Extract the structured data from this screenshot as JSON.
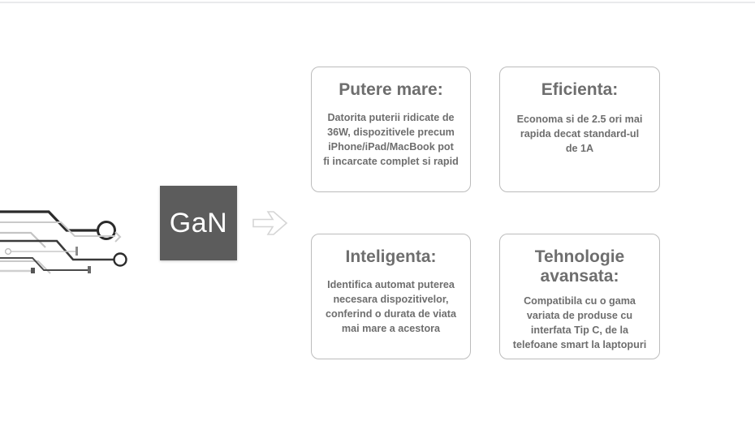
{
  "slide": {
    "center_block": {
      "label": "GaN",
      "fill_color": "#5c5c5c",
      "text_color": "#ffffff"
    },
    "arrow": {
      "name": "right-arrow",
      "color": "#d5d5d5"
    },
    "circuit_graphic": {
      "name": "circuit-board-traces",
      "dark_color": "#2b2b2b",
      "light_color": "#c9c9c9"
    },
    "colors": {
      "card_border": "#bcbcbc",
      "text": "#6e6e6e",
      "background": "#ffffff"
    },
    "cards": [
      {
        "title": "Putere mare:",
        "body": "Datorita puterii ridicate de\n36W, dispozitivele precum\niPhone/iPad/MacBook pot\nfi incarcate complet si rapid"
      },
      {
        "title": "Eficienta:",
        "body": "Economa si de 2.5 ori mai\nrapida decat standard-ul\nde 1A"
      },
      {
        "title": "Inteligenta:",
        "body": "Identifica automat puterea\nnecesara dispozitivelor,\nconferind o durata de viata\nmai mare a acestora"
      },
      {
        "title": "Tehnologie\navansata:",
        "body": "Compatibila cu o gama\nvariata de produse cu\ninterfata Tip C, de la\ntelefoane smart la laptopuri"
      }
    ]
  }
}
